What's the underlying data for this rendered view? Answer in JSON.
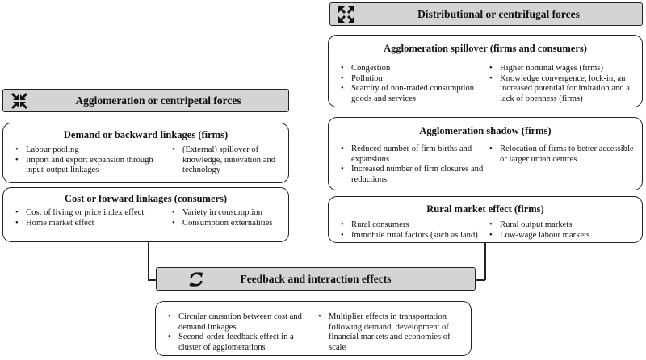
{
  "distributional": {
    "header": "Distributional or centrifugal forces",
    "icon": "compress-arrows-icon",
    "spillover": {
      "title": "Agglomeration spillover (firms and consumers)",
      "left": [
        "Congestion",
        "Pollution",
        "Scarcity of non-traded consumption goods and services"
      ],
      "right": [
        "Higher nominal wages (firms)",
        "Knowledge convergence, lock-in, an increased potential for imitation and a lack of openness (firms)"
      ]
    },
    "shadow": {
      "title": "Agglomeration shadow (firms)",
      "left": [
        "Reduced number of firm births and expansions",
        "Increased number of firm closures and reductions"
      ],
      "right": [
        "Relocation of firms to better accessible or larger urban centres"
      ]
    },
    "rural": {
      "title": "Rural market effect (firms)",
      "left": [
        "Rural consumers",
        "Immobile rural factors (such as land)"
      ],
      "right": [
        "Rural output markets",
        "Low-wage labour markets"
      ]
    }
  },
  "agglomeration": {
    "header": "Agglomeration or centripetal forces",
    "icon": "converging-arrows-icon",
    "demand": {
      "title": "Demand or backward linkages (firms)",
      "left": [
        "Labour pooling",
        "Import and export expansion through input-output linkages"
      ],
      "right": [
        "(External) spillover of knowledge, innovation and technology"
      ]
    },
    "cost": {
      "title": "Cost or forward linkages (consumers)",
      "left": [
        "Cost of living or price index effect",
        "Home market effect"
      ],
      "right": [
        "Variety in consumption",
        "Consumption externalities"
      ]
    }
  },
  "feedback": {
    "header": "Feedback and interaction effects",
    "icon": "cycle-arrows-icon",
    "left": [
      "Circular causation between cost and demand linkages",
      "Second-order feedback effect in a cluster of agglomerations"
    ],
    "right": [
      "Multiplier effects in transportation following demand, development of financial markets and economies of scale"
    ]
  }
}
